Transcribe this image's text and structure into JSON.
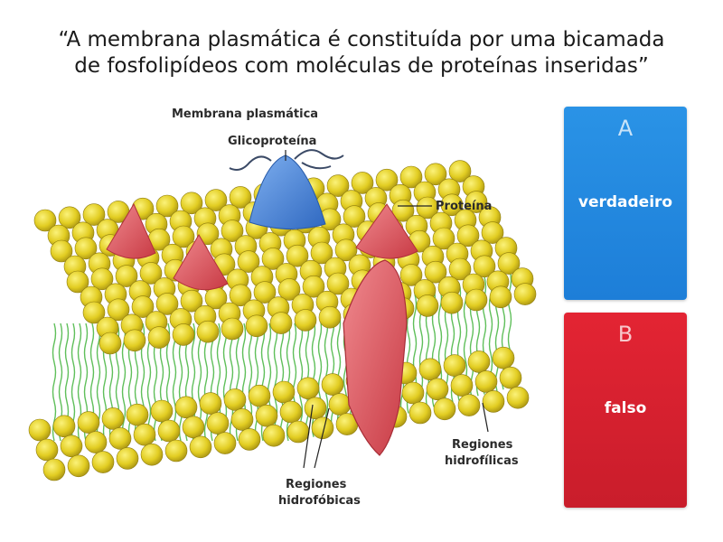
{
  "question": {
    "line1": "“A membrana plasmática é constituída por uma bicamada",
    "line2": "de fosfolipídeos com moléculas de proteínas inseridas”"
  },
  "figure": {
    "title": "Membrana plasmática",
    "labels": {
      "glycoprotein": "Glicoproteína",
      "protein": "Proteína",
      "hydrophilic_line1": "Regiones",
      "hydrophilic_line2": "hidrofílicas",
      "hydrophobic_line1": "Regiones",
      "hydrophobic_line2": "hidrofóbicas"
    },
    "colors": {
      "phospholipid_head": "#e6d12a",
      "tail": "#5fbf5a",
      "protein": "#e2545c",
      "glycoprotein": "#4a86d8"
    }
  },
  "answers": [
    {
      "letter": "A",
      "text": "verdadeiro",
      "color": "#1f86dc"
    },
    {
      "letter": "B",
      "text": "falso",
      "color": "#d62030"
    }
  ]
}
